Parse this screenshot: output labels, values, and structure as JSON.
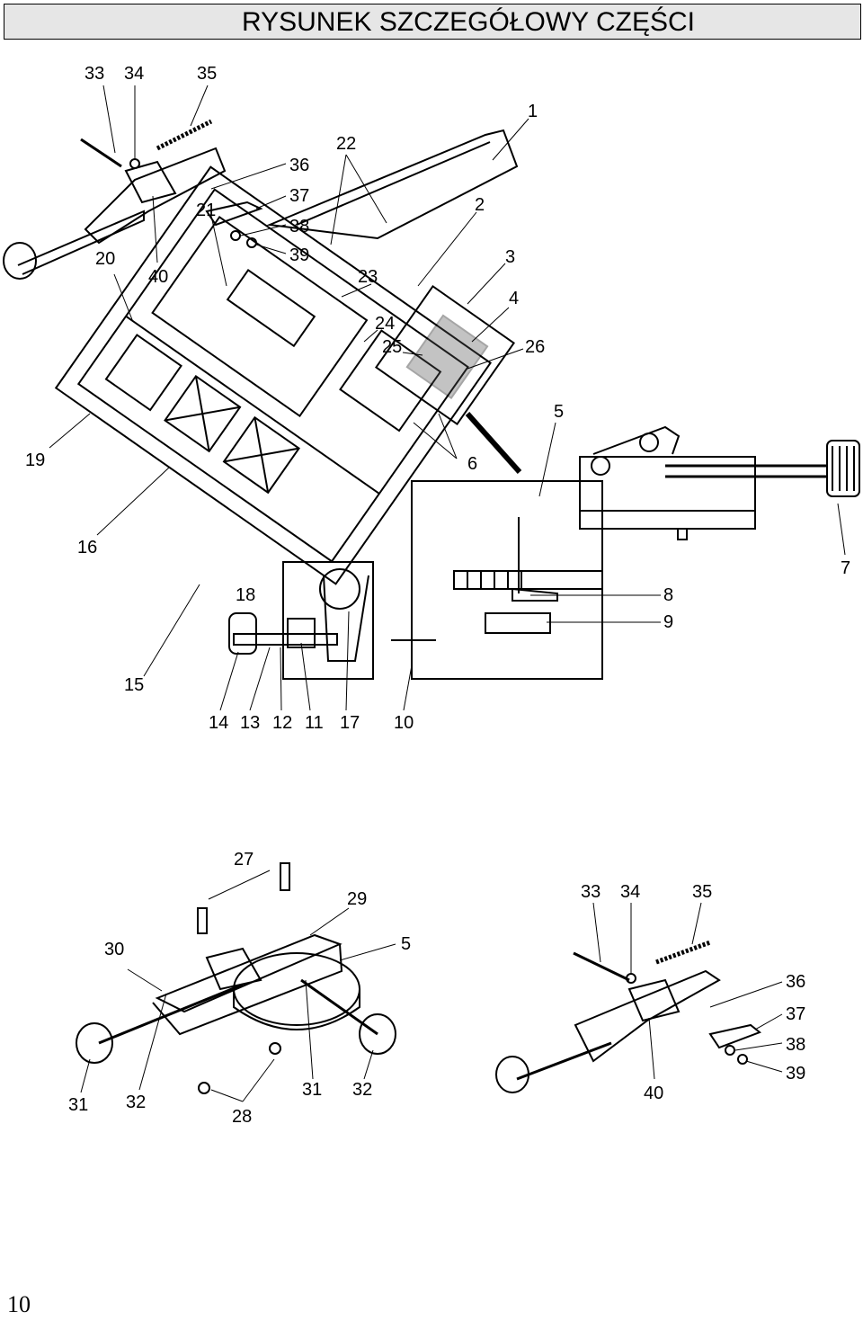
{
  "header": {
    "title": "RYSUNEK SZCZEGÓŁOWY CZĘŚCI"
  },
  "figure1": {
    "labels": [
      "1",
      "2",
      "3",
      "4",
      "5",
      "6",
      "7",
      "8",
      "9",
      "10",
      "11",
      "12",
      "13",
      "14",
      "15",
      "16",
      "17",
      "18",
      "19",
      "20",
      "21",
      "22",
      "23",
      "24",
      "25",
      "26",
      "33",
      "34",
      "35",
      "36",
      "37",
      "38",
      "39",
      "40"
    ]
  },
  "figure2": {
    "labels": [
      "27",
      "28",
      "29",
      "30",
      "31",
      "32",
      "5",
      "31",
      "32"
    ]
  },
  "figure3": {
    "labels": [
      "33",
      "34",
      "35",
      "36",
      "37",
      "38",
      "39",
      "40"
    ]
  },
  "footer": {
    "page_number": "10"
  }
}
